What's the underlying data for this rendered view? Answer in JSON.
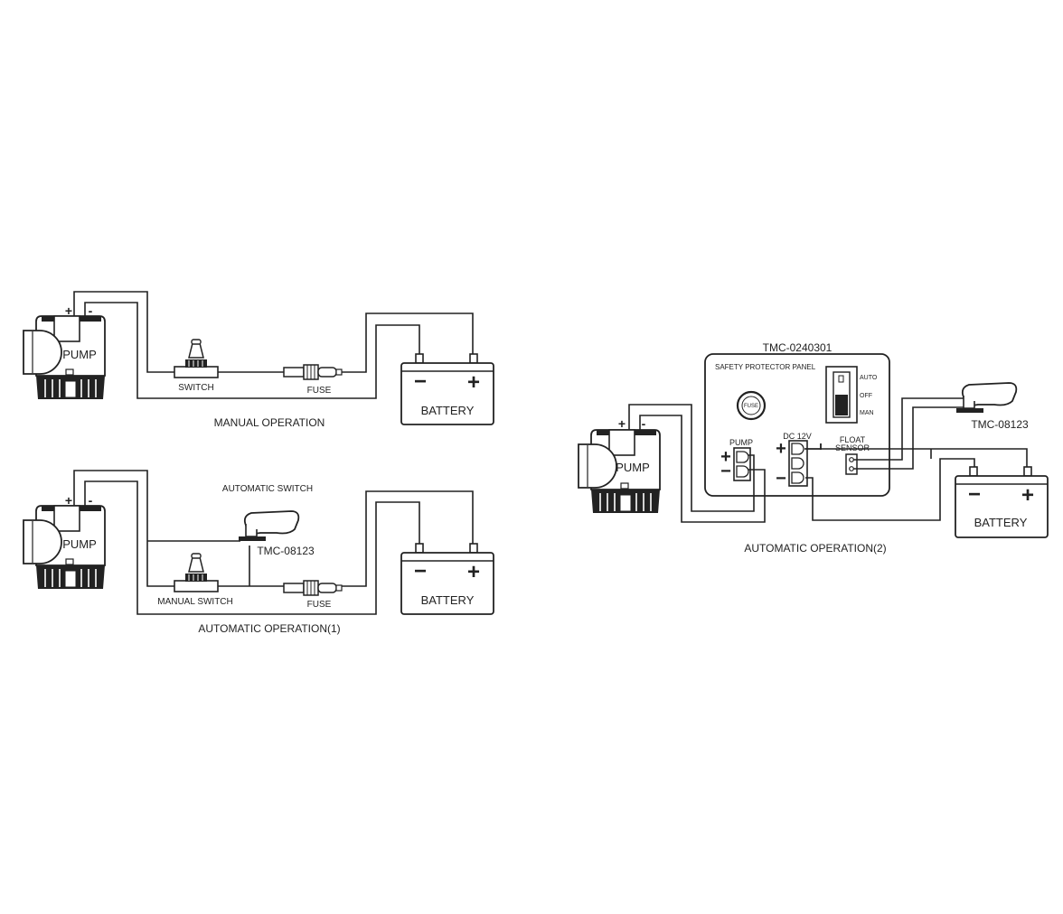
{
  "diagram": {
    "manual": {
      "pump_label": "PUMP",
      "pump_plus": "+",
      "pump_minus": "-",
      "switch_label": "SWITCH",
      "fuse_label": "FUSE",
      "battery_label": "BATTERY",
      "battery_minus": "−",
      "battery_plus": "+",
      "caption": "MANUAL OPERATION"
    },
    "auto1": {
      "pump_label": "PUMP",
      "pump_plus": "+",
      "pump_minus": "-",
      "auto_switch_label": "AUTOMATIC SWITCH",
      "sensor_model": "TMC-08123",
      "manual_switch_label": "MANUAL SWITCH",
      "fuse_label": "FUSE",
      "battery_label": "BATTERY",
      "battery_minus": "−",
      "battery_plus": "+",
      "caption": "AUTOMATIC OPERATION(1)"
    },
    "auto2": {
      "panel_model": "TMC-0240301",
      "panel_title": "SAFETY PROTECTOR PANEL",
      "fuse_label": "FUSE",
      "switch_auto": "AUTO",
      "switch_off": "OFF",
      "switch_man": "MAN",
      "pump_terminal_label": "PUMP",
      "pump_terminal_plus": "+",
      "pump_terminal_minus": "−",
      "dc_label": "DC 12V",
      "dc_plus": "+",
      "dc_minus": "−",
      "float_label_1": "FLOAT",
      "float_label_2": "SENSOR",
      "pump_label": "PUMP",
      "pump_plus": "+",
      "pump_minus": "-",
      "sensor_model": "TMC-08123",
      "battery_label": "BATTERY",
      "battery_minus": "−",
      "battery_plus": "+",
      "caption": "AUTOMATIC OPERATION(2)"
    }
  }
}
